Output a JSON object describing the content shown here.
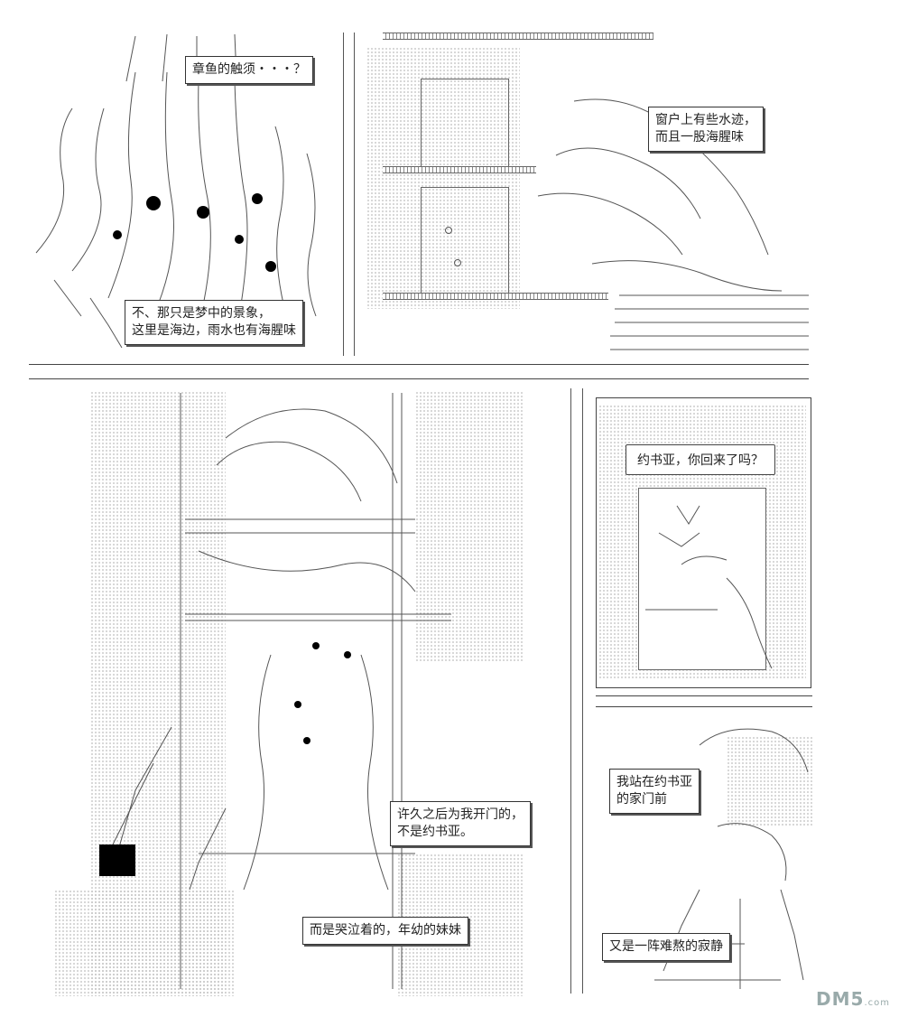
{
  "panels": {
    "top_left": {
      "caption_1": "章鱼的触须・・・？",
      "caption_2": [
        "不、那只是梦中的景象，",
        "这里是海边，雨水也有海腥味"
      ]
    },
    "top_right": {
      "caption": [
        "窗户上有些水迹，",
        "而且一股海腥味"
      ]
    },
    "middle_left": {
      "caption_1": [
        "许久之后为我开门的，",
        "不是约书亚。"
      ],
      "caption_2": "而是哭泣着的，年幼的妹妹"
    },
    "middle_right": {
      "speech": "约书亚，你回来了吗？"
    },
    "bottom_right": {
      "caption_1": [
        "我站在约书亚",
        "的家门前"
      ],
      "caption_2": "又是一阵难熬的寂静"
    }
  },
  "watermark": {
    "text": "DM5",
    "suffix": ".com"
  }
}
